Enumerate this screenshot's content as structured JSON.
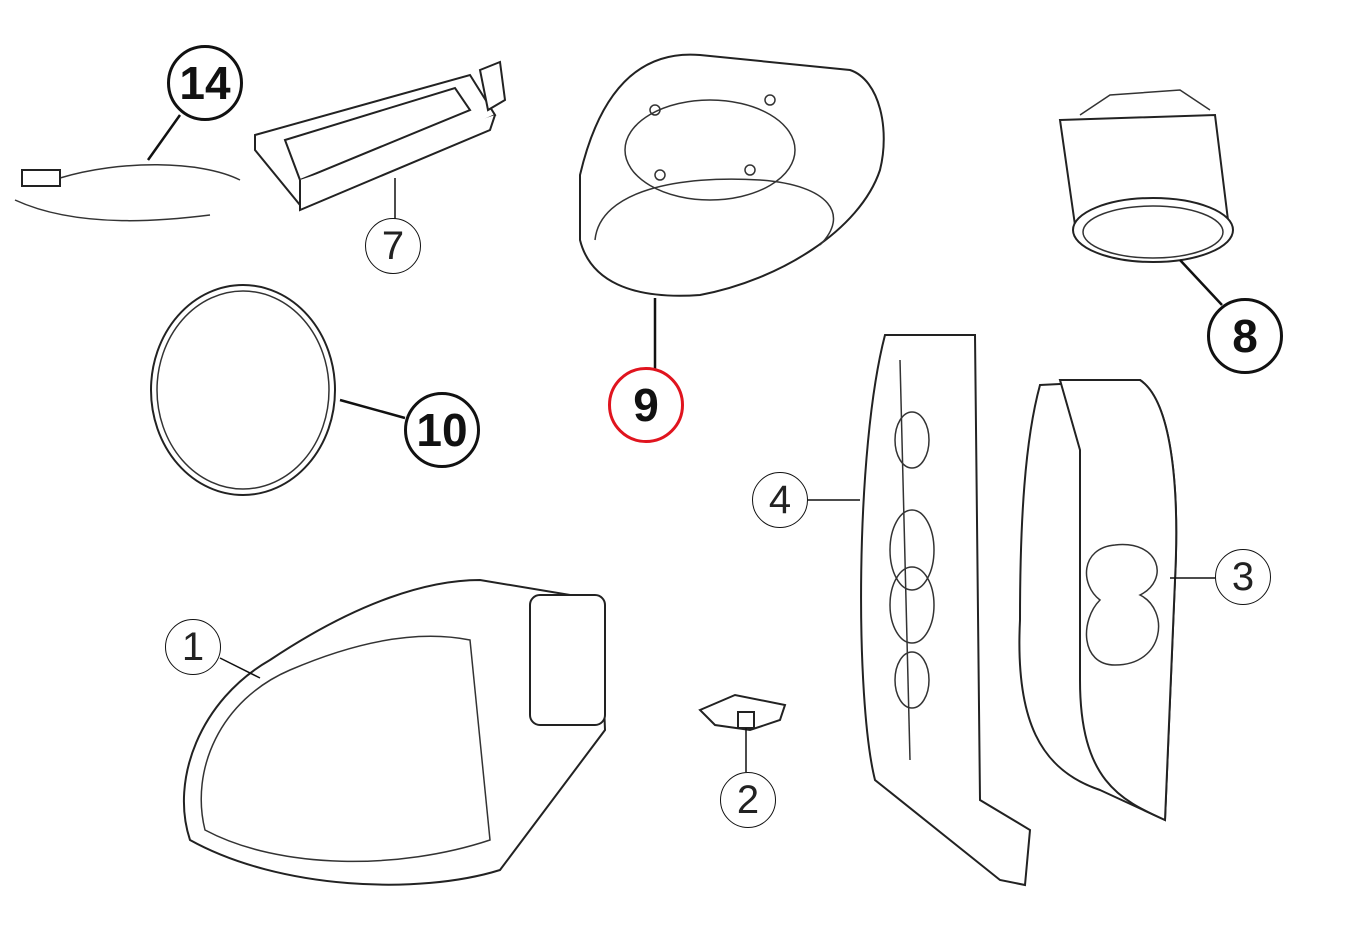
{
  "diagram": {
    "callouts": [
      {
        "id": "14",
        "label": "14",
        "style": "bold"
      },
      {
        "id": "7",
        "label": "7",
        "style": "light"
      },
      {
        "id": "10",
        "label": "10",
        "style": "bold"
      },
      {
        "id": "9",
        "label": "9",
        "style": "bold",
        "highlighted": true
      },
      {
        "id": "8",
        "label": "8",
        "style": "bold"
      },
      {
        "id": "4",
        "label": "4",
        "style": "light"
      },
      {
        "id": "3",
        "label": "3",
        "style": "light"
      },
      {
        "id": "1",
        "label": "1",
        "style": "light"
      },
      {
        "id": "2",
        "label": "2",
        "style": "light"
      }
    ],
    "highlight_color": "#e0141e"
  }
}
